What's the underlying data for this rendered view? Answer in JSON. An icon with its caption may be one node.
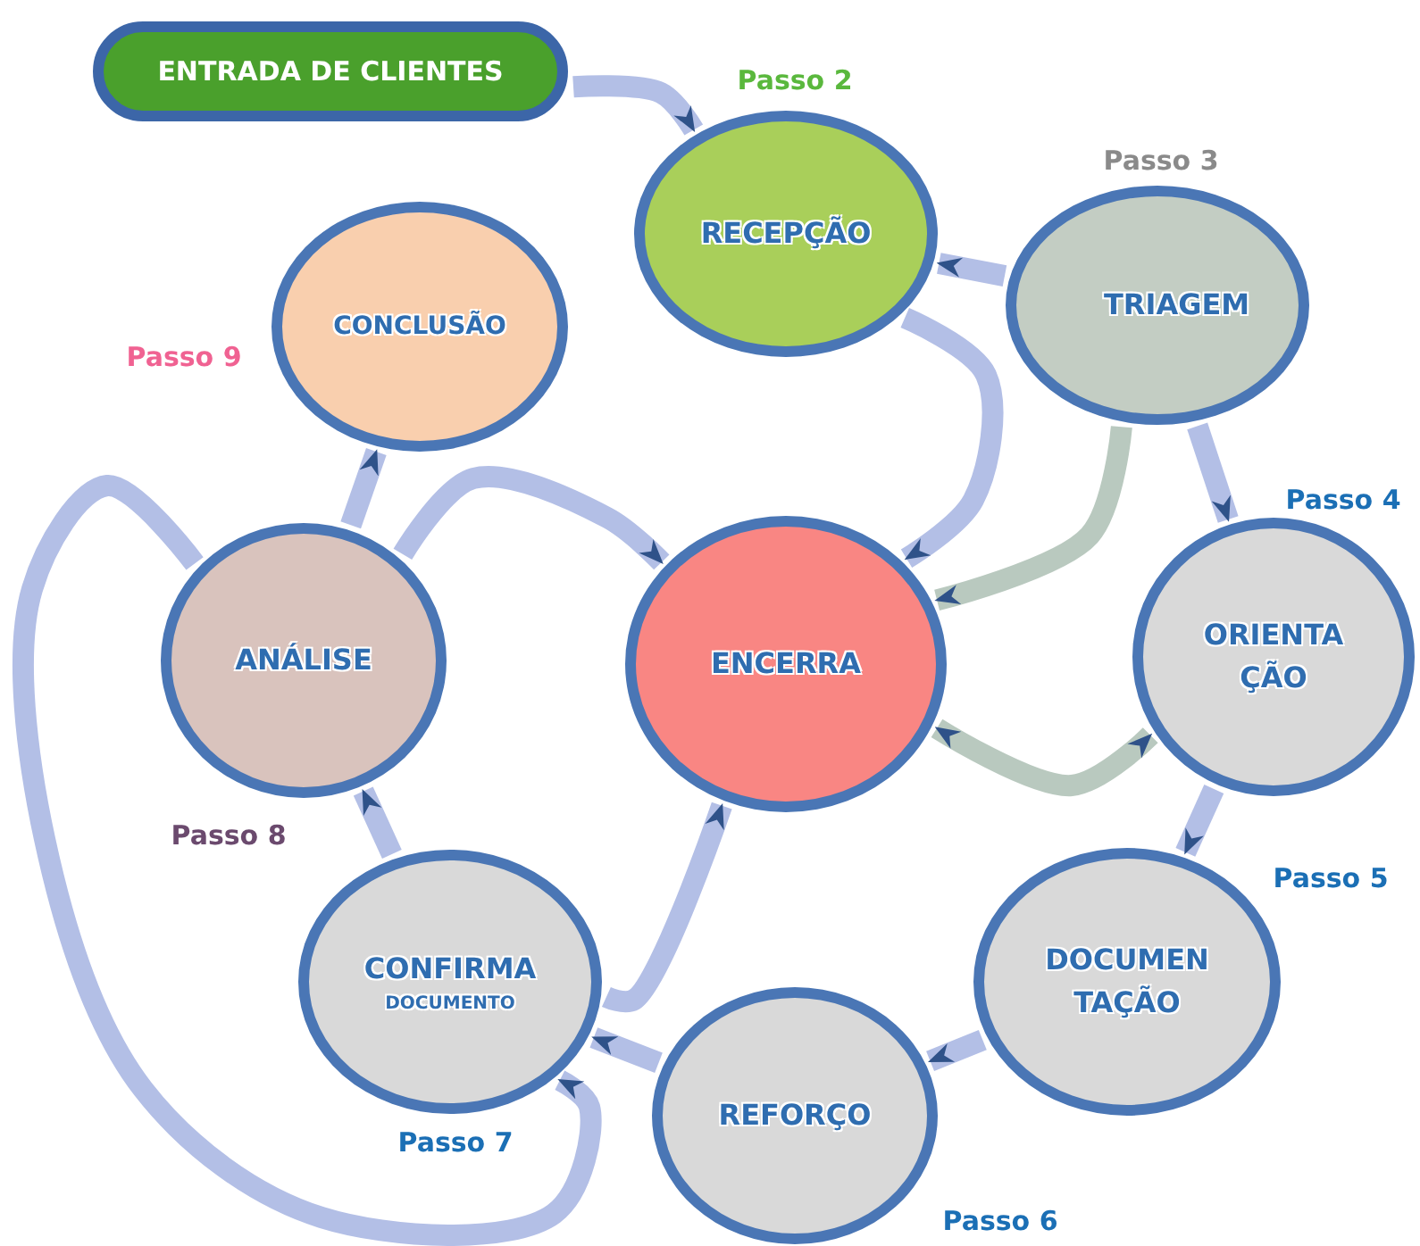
{
  "diagram": {
    "nodes": [
      {
        "text": [
          "ENTRADA DE CLIENTES"
        ]
      },
      {
        "text": [
          "RECEPÇÃO"
        ],
        "beside": [
          "Passo 2"
        ]
      },
      {
        "text": [
          "TRIAGEM"
        ],
        "beside": [
          "Passo 3"
        ]
      },
      {
        "text": [
          "ORIENTA ÇÃO"
        ],
        "beside": [
          "Passo 4"
        ]
      },
      {
        "text": [
          "DOCUMEN TAÇÃO"
        ],
        "beside": [
          "Passo 5"
        ]
      },
      {
        "text": [
          "REFORÇO"
        ],
        "beside": [
          "Passo 6"
        ]
      },
      {
        "text": [
          "CONFIRMA",
          "DOCUMENTO"
        ],
        "beside": [
          "Passo 7"
        ]
      },
      {
        "text": [
          "ANÁLISE"
        ],
        "beside": [
          "Passo 8"
        ]
      },
      {
        "text": [
          "CONCLUSÃO"
        ],
        "beside": [
          "Passo 9"
        ]
      },
      {
        "text": [
          "ENCERRA"
        ]
      }
    ],
    "edges": [
      {
        "from": 0,
        "to": 1,
        "arrow": "to"
      },
      {
        "from": 2,
        "to": 1,
        "arrow": "to"
      },
      {
        "from": 1,
        "to": 9,
        "arrow": "to"
      },
      {
        "from": 2,
        "to": 3,
        "arrow": "to"
      },
      {
        "from": 2,
        "to": 9,
        "arrow": "to",
        "color": "#b9c9bf"
      },
      {
        "from": 9,
        "to": 3,
        "arrow": "both",
        "color": "#b9c9bf"
      },
      {
        "from": 3,
        "to": 4,
        "arrow": "to"
      },
      {
        "from": 4,
        "to": 5,
        "arrow": "to"
      },
      {
        "from": 5,
        "to": 6,
        "arrow": "to"
      },
      {
        "from": 6,
        "to": 9,
        "arrow": "to"
      },
      {
        "from": 6,
        "to": 7,
        "arrow": "to"
      },
      {
        "from": 7,
        "to": 8,
        "arrow": "to"
      },
      {
        "from": 7,
        "to": 9,
        "arrow": "to"
      },
      {
        "from": 7,
        "to": 6,
        "arrow": "to"
      }
    ]
  }
}
